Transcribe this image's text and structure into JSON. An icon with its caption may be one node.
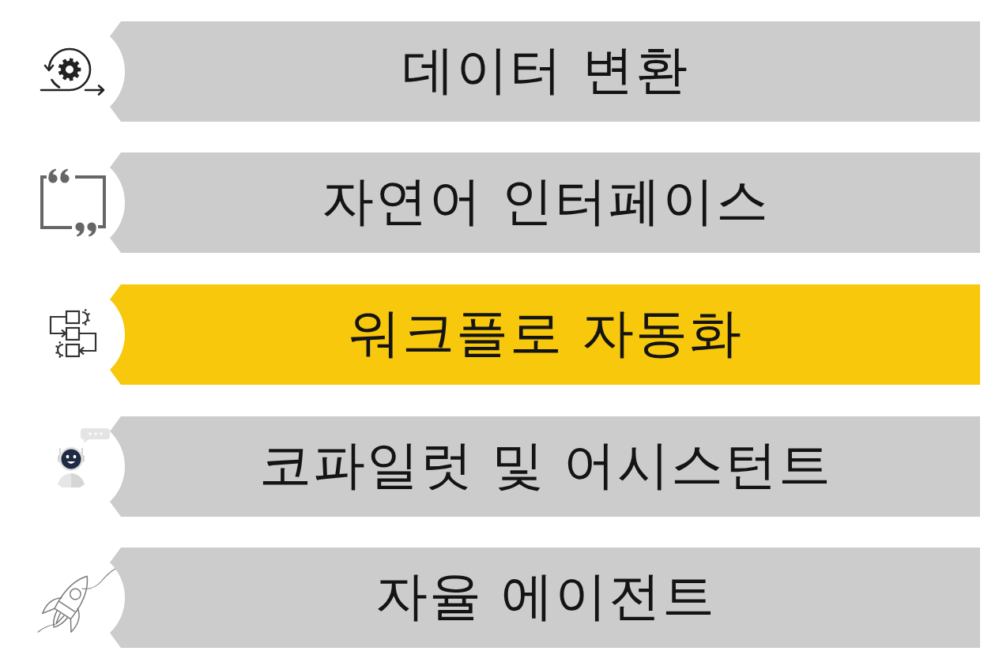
{
  "diagram": {
    "nodes": [
      {
        "text": [
          "데이터 변환"
        ]
      },
      {
        "text": [
          "자연어 인터페이스"
        ]
      },
      {
        "text": [
          "워크플로 자동화"
        ]
      },
      {
        "text": [
          "코파일럿 및 어시스턴트"
        ]
      },
      {
        "text": [
          "자율 에이전트"
        ]
      }
    ]
  }
}
